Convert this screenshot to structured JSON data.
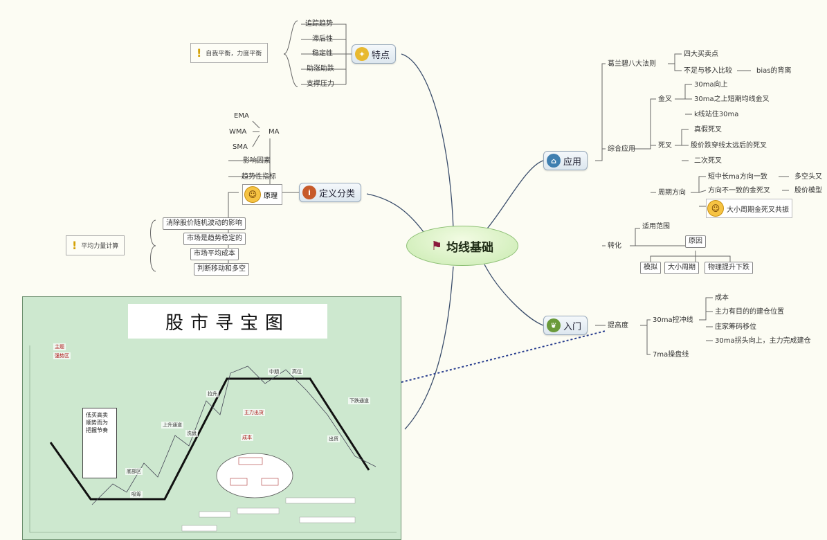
{
  "central": {
    "title": "均线基础",
    "icon": "flag-icon"
  },
  "features": {
    "label": "特点",
    "items": [
      "追踪趋势",
      "滞后性",
      "稳定性",
      "助涨助跌",
      "支撑压力"
    ],
    "note": "自我平衡，力度平衡"
  },
  "definition": {
    "label": "定义分类",
    "types": [
      "EMA",
      "WMA",
      "SMA"
    ],
    "types_group": "MA",
    "sub_items": [
      "影响因素",
      "趋势性指标"
    ],
    "principle": "原理",
    "principle_items": [
      "消除股价随机波动的影响",
      "市场是趋势稳定的",
      "市场平均成本",
      "判断移动和多空"
    ],
    "note": "平均力量计算"
  },
  "application": {
    "label": "应用",
    "granville": {
      "label": "葛兰碧八大法则",
      "items": [
        "四大买卖点",
        "不足与移入比较"
      ],
      "extra": "bias的背离"
    },
    "combo": {
      "label": "综合应用",
      "golden": {
        "label": "金叉",
        "items": [
          "30ma向上",
          "30ma之上短期均线金叉",
          "k线站住30ma"
        ]
      },
      "death": {
        "label": "死叉",
        "items": [
          "真假死叉",
          "股价跌穿线太远后的死叉",
          "二次死叉"
        ]
      },
      "period": {
        "label": "周期方向",
        "items": [
          "短中长ma方向一致",
          "方向不一致的金死叉",
          "大小周期金死叉共振"
        ],
        "extras": [
          "多空头又",
          "股价模型"
        ]
      }
    },
    "change": {
      "label": "转化",
      "top": "适用范围",
      "mid": "原因",
      "bottom": [
        "模拟",
        "大小周期",
        "物理提升下跌"
      ]
    }
  },
  "entry": {
    "label": "入门",
    "sub": "提高度",
    "line30": "30ma控冲线",
    "line30_items": [
      "成本",
      "主力有目的的建仓位置",
      "庄家筹码移位",
      "30ma拐头向上，主力完成建仓"
    ],
    "line7": "7ma操盘线"
  },
  "image_panel": {
    "title": "股市寻宝图",
    "mini_labels": [
      "主题",
      "强势区",
      "中期",
      "高位",
      "主力出货",
      "上升通道",
      "下跌通道",
      "底部区",
      "成本",
      "吸筹",
      "洗盘",
      "拉升",
      "出货"
    ],
    "side_text": "低买高卖\n顺势而为\n把握节奏"
  },
  "colors": {
    "background": "#fcfcf3",
    "central_fill": "#c9ebb0",
    "branch_fill": "#dde7ef",
    "panel_fill": "#cde8cf",
    "connector": "#3a4d6b"
  }
}
